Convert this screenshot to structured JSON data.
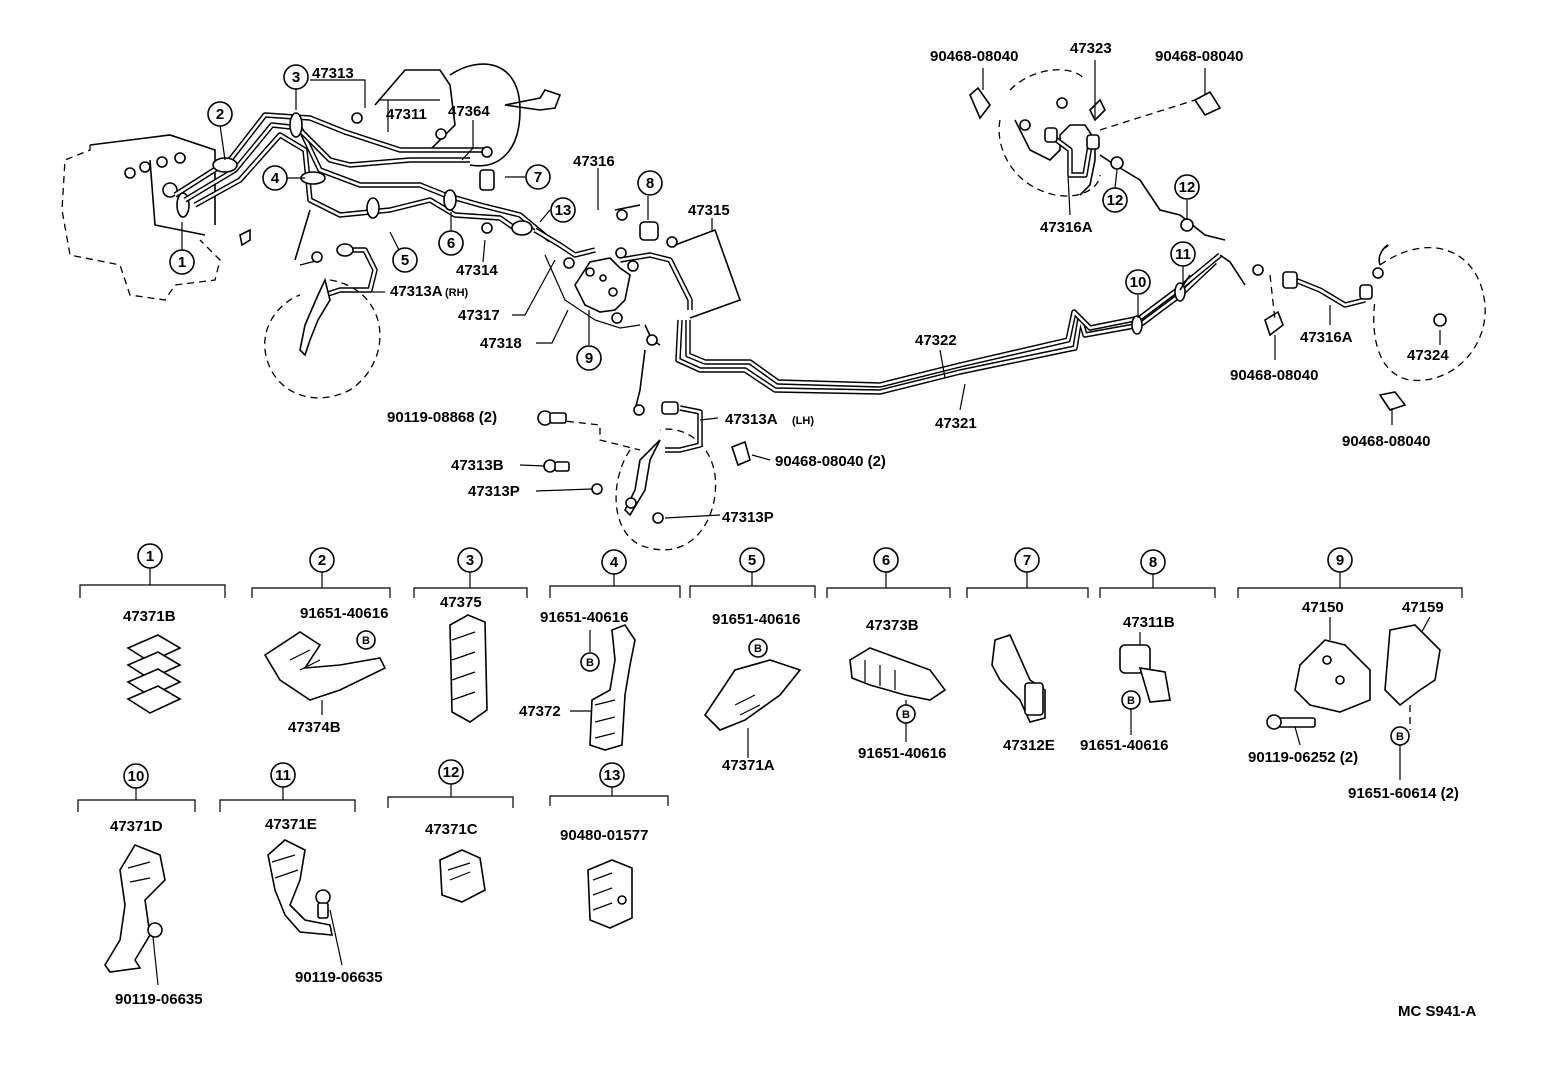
{
  "diagram_code": "MC  S941-A",
  "main_parts": {
    "p47313": "47313",
    "p47311": "47311",
    "p47364": "47364",
    "p47316": "47316",
    "p47315": "47315",
    "p47314": "47314",
    "p47313a_rh": "47313A",
    "rh": "(RH)",
    "p47317": "47317",
    "p47318": "47318",
    "p47322": "47322",
    "p47321": "47321",
    "p47313a_lh": "47313A",
    "lh": "(LH)",
    "p90119_08868": "90119-08868 (2)",
    "p47313b": "47313B",
    "p47313p_left": "47313P",
    "p47313p_right": "47313P",
    "p90468_08040_2": "90468-08040 (2)",
    "p90468_08040_a": "90468-08040",
    "p90468_08040_b": "90468-08040",
    "p90468_08040_c": "90468-08040",
    "p90468_08040_d": "90468-08040",
    "p47323": "47323",
    "p47316a_top": "47316A",
    "p47316a_right": "47316A",
    "p47324": "47324"
  },
  "callouts": [
    "1",
    "2",
    "3",
    "4",
    "5",
    "6",
    "7",
    "8",
    "9",
    "10",
    "11",
    "12",
    "13"
  ],
  "details": [
    {
      "num": "1",
      "part": "47371B"
    },
    {
      "num": "2",
      "part": "47374B",
      "bolt": "91651-40616",
      "marker": "B"
    },
    {
      "num": "3",
      "part": "47375"
    },
    {
      "num": "4",
      "part": "47372",
      "bolt": "91651-40616",
      "marker": "B"
    },
    {
      "num": "5",
      "part": "47371A",
      "bolt": "91651-40616",
      "marker": "B"
    },
    {
      "num": "6",
      "part": "47373B",
      "bolt": "91651-40616",
      "marker": "B"
    },
    {
      "num": "7",
      "part": "47312E"
    },
    {
      "num": "8",
      "part": "47311B",
      "bolt": "91651-40616",
      "marker": "B"
    },
    {
      "num": "9",
      "part_a": "47150",
      "part_b": "47159",
      "bolt": "90119-06252 (2)",
      "bolt_b": "91651-60614 (2)",
      "marker": "B"
    },
    {
      "num": "10",
      "part": "47371D",
      "bolt": "90119-06635"
    },
    {
      "num": "11",
      "part": "47371E",
      "bolt": "90119-06635"
    },
    {
      "num": "12",
      "part": "47371C"
    },
    {
      "num": "13",
      "part": "90480-01577"
    }
  ]
}
